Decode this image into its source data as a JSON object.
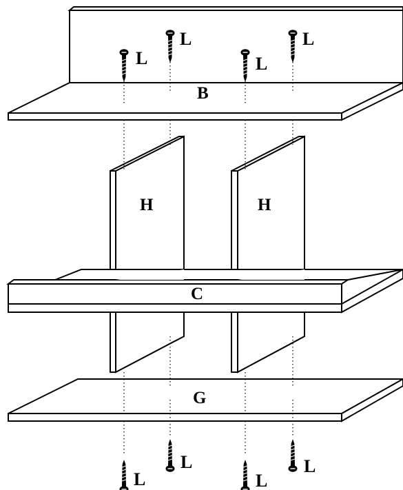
{
  "parts": {
    "back_panel": {
      "label": "B"
    },
    "divider_left": {
      "label": "H"
    },
    "divider_right": {
      "label": "H"
    },
    "middle_shelf": {
      "label": "C"
    },
    "bottom_panel": {
      "label": "G"
    }
  },
  "screw_label": "L",
  "screw_count": 8,
  "colors": {
    "line": "#000000",
    "fill": "#ffffff"
  }
}
